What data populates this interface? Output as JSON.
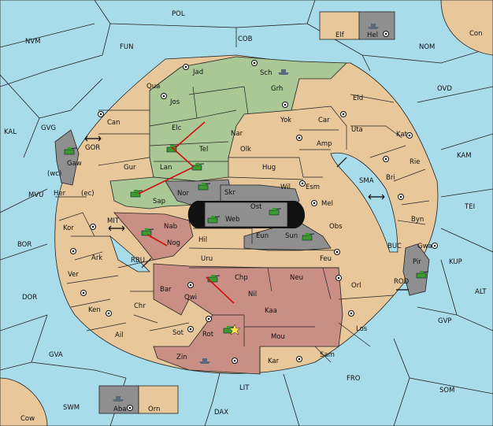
{
  "colors": {
    "sea": "#a8dcea",
    "neutral": "#e8c79a",
    "green_power": "#a9c896",
    "red_power": "#c98e84",
    "grey_power": "#8f8f8f",
    "arrow": "#d01010"
  },
  "icons": {
    "army": "tank-icon",
    "fleet": "ship-icon",
    "supply_center": "supply-center-icon",
    "convoy_arrow": "double-arrow-icon",
    "order_arrow": "move-arrow-icon",
    "star": "star-icon"
  },
  "sea_labels": [
    "POL",
    "NVM",
    "FUN",
    "COB",
    "NOM",
    "OVD",
    "KAL",
    "GVG",
    "GOR",
    "MVU",
    "BOR",
    "MIT",
    "RBU",
    "DOR",
    "SMA",
    "TEI",
    "KAM",
    "KUP",
    "BUC",
    "ROD",
    "ALT",
    "GVP",
    "GVA",
    "LIT",
    "FRO",
    "SOM",
    "SWM",
    "DAX",
    "Con",
    "Cow"
  ],
  "land_labels": [
    "Elf",
    "Hel",
    "Jad",
    "Sch",
    "Qua",
    "Jos",
    "Grh",
    "Can",
    "Elc",
    "Nar",
    "Yok",
    "Car",
    "Eld",
    "Uta",
    "Kat",
    "Tel",
    "Olk",
    "Amp",
    "Gur",
    "Lan",
    "Hug",
    "Gaw",
    "Wil",
    "Esm",
    "Rie",
    "Bri",
    "Her",
    "(wc)",
    "(ec)",
    "Sap",
    "Nor",
    "Skr",
    "Ost",
    "Mel",
    "Obs",
    "Kor",
    "Nab",
    "Web",
    "Byn",
    "Eun",
    "Sun",
    "Nog",
    "Hil",
    "Gwa",
    "Ark",
    "Pir",
    "Uru",
    "Feu",
    "Ver",
    "Chp",
    "Neu",
    "Bar",
    "Qwi",
    "Orl",
    "Nil",
    "Ken",
    "Chr",
    "Kaa",
    "Ail",
    "Rot",
    "Sot",
    "Mou",
    "Los",
    "Zin",
    "Kar",
    "Sam",
    "Aba",
    "Orn"
  ]
}
